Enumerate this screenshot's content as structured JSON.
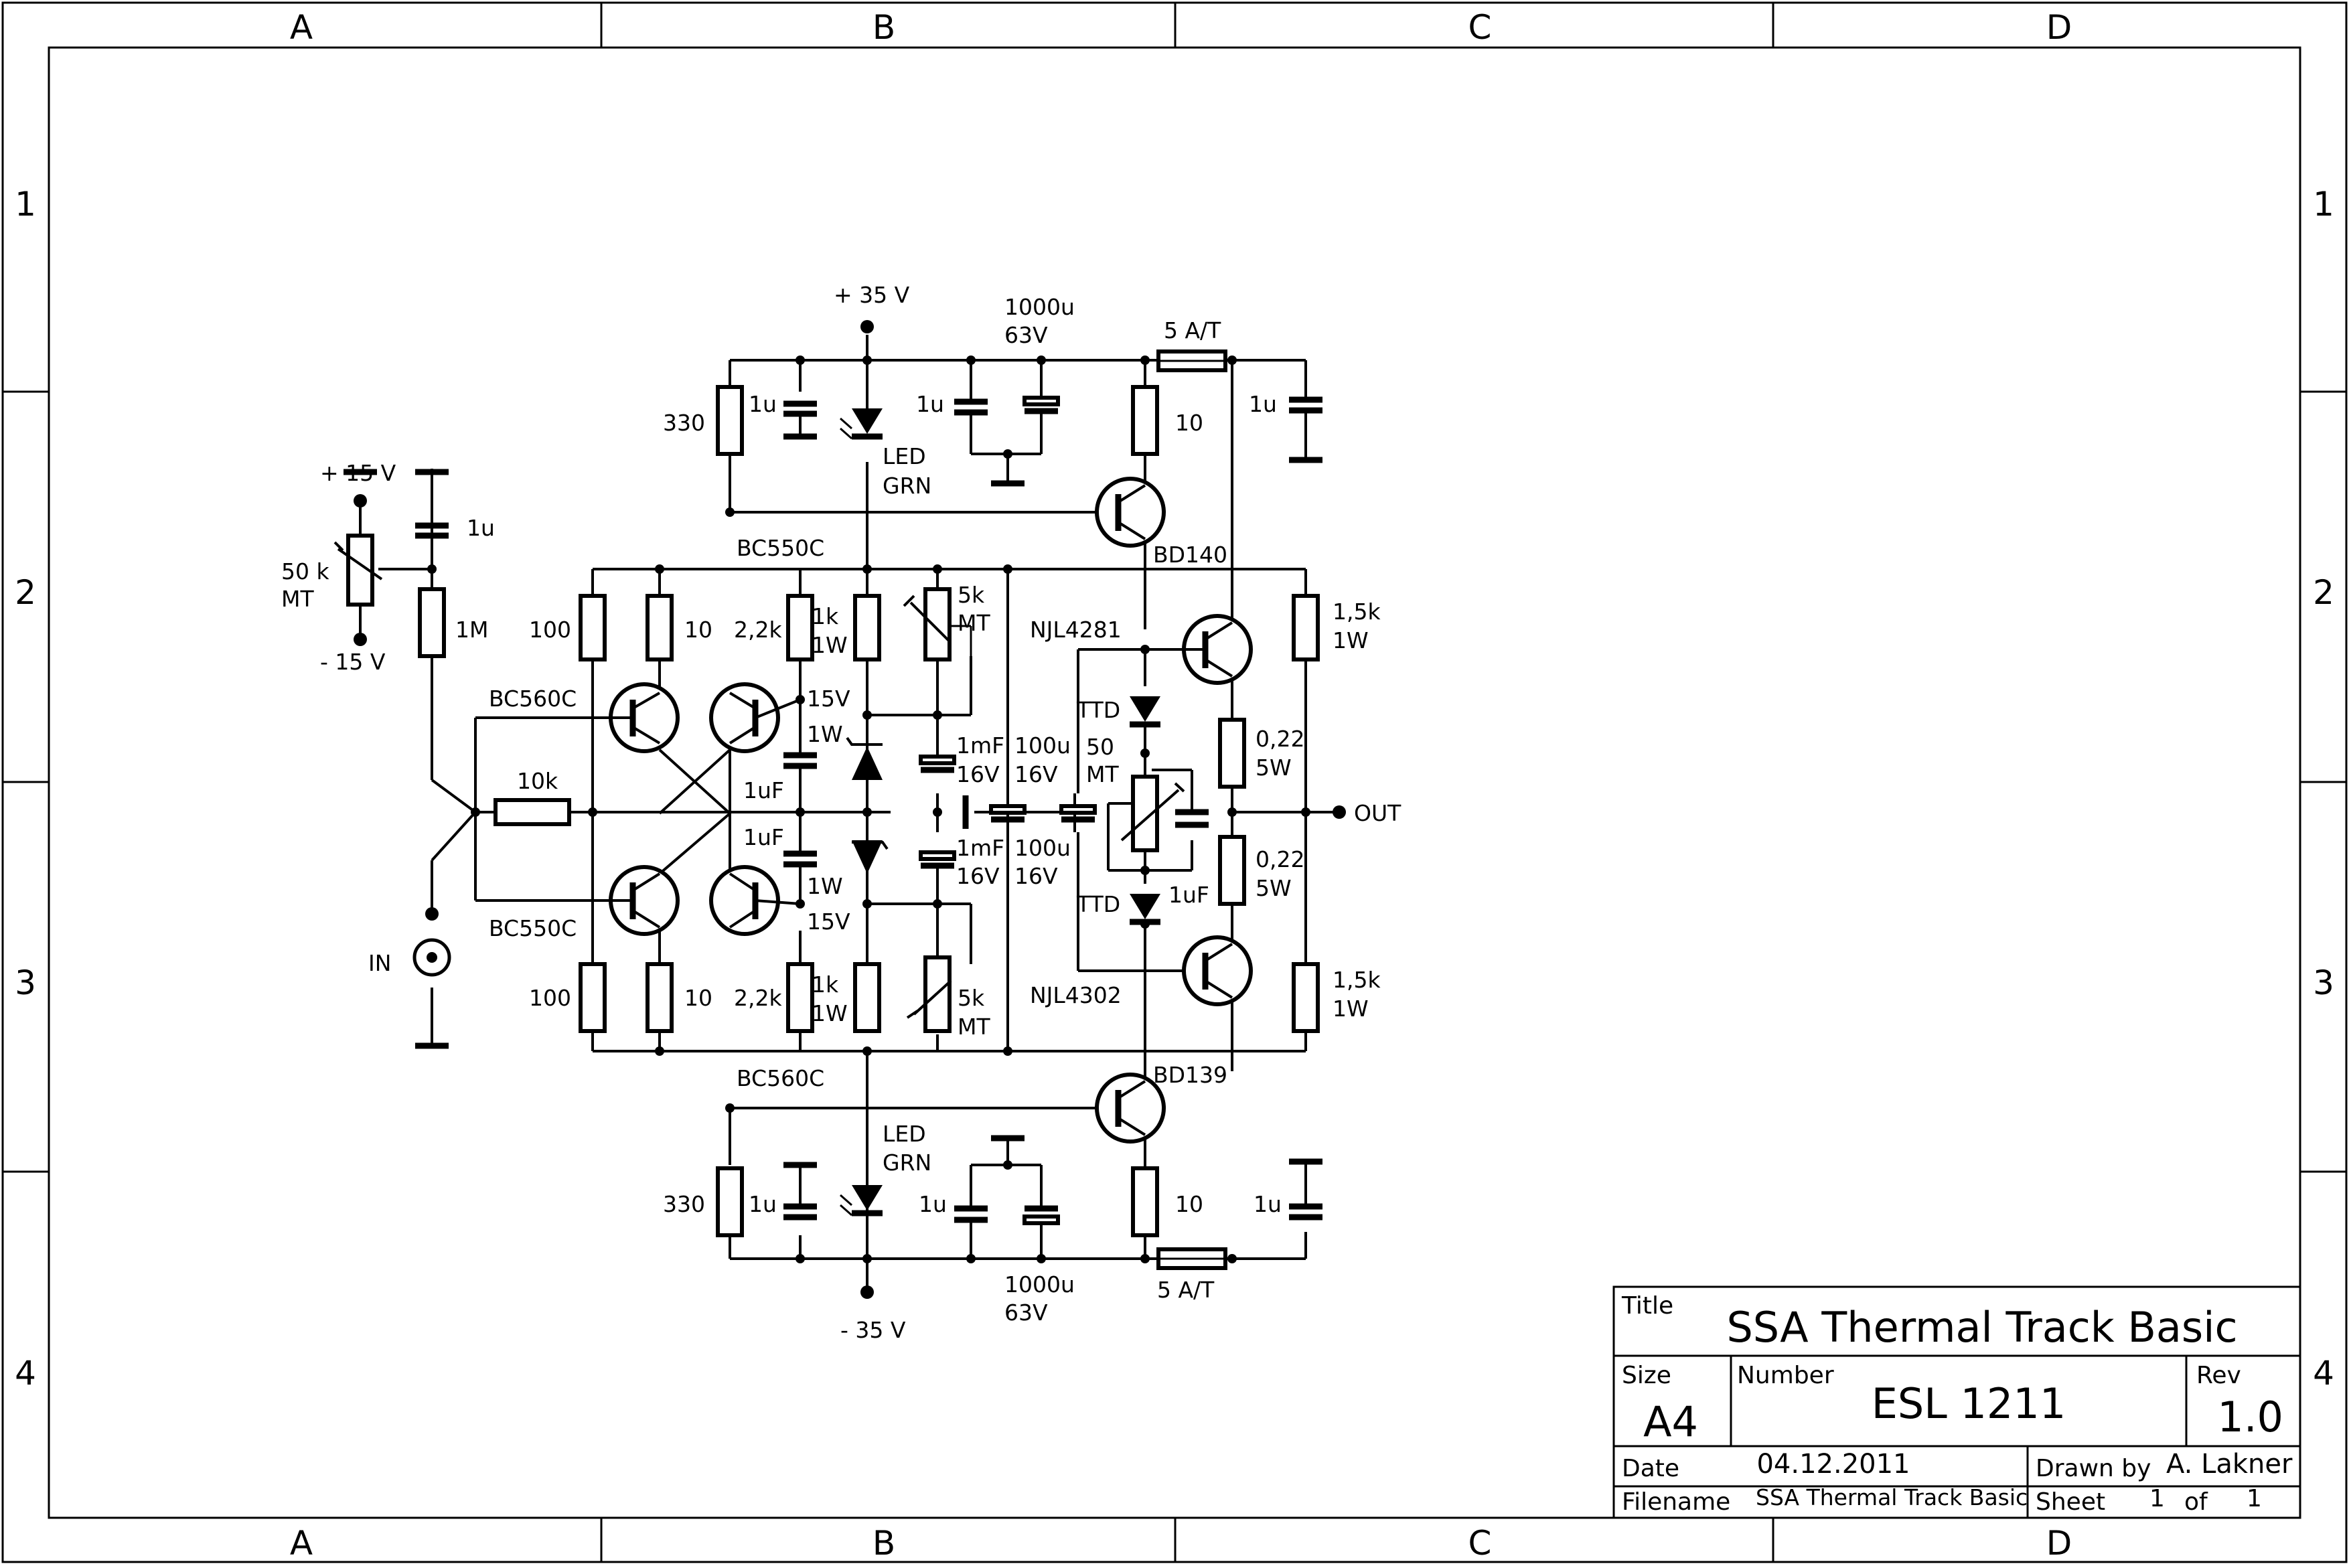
{
  "frame": {
    "columns": [
      "A",
      "B",
      "C",
      "D"
    ],
    "rows": [
      "1",
      "2",
      "3",
      "4"
    ]
  },
  "title_block": {
    "title_label": "Title",
    "title": "SSA Thermal Track Basic",
    "size_label": "Size",
    "size": "A4",
    "number_label": "Number",
    "number": "ESL 1211",
    "rev_label": "Rev",
    "rev": "1.0",
    "date_label": "Date",
    "date": "04.12.2011",
    "drawn_by_label": "Drawn by",
    "drawn_by": "A. Lakner",
    "filename_label": "Filename",
    "filename": "SSA Thermal Track Basic",
    "sheet_label": "Sheet",
    "sheet_num": "1",
    "of_label": "of",
    "sheet_total": "1"
  },
  "schematic": {
    "supply_pos": "+ 35 V",
    "supply_neg": "- 35 V",
    "bias_pos": "+ 15 V",
    "bias_neg": "- 15 V",
    "pot_value": "50 k",
    "pot_type": "MT",
    "cap_1u": "1u",
    "cap_1uF": "1uF",
    "res_1M": "1M",
    "res_10k": "10k",
    "res_100": "100",
    "res_10": "10",
    "res_2k2": "2,2k",
    "res_1k": "1k",
    "res_1W": "1W",
    "res_330": "330",
    "res_1k5": "1,5k",
    "res_022": "0,22",
    "res_5W": "5W",
    "pot_5k": "5k",
    "pot_50": "50",
    "zener_15V": "15V",
    "cap_1mF": "1mF",
    "cap_16V": "16V",
    "cap_100u": "100u",
    "cap_1000u": "1000u",
    "cap_63V": "63V",
    "fuse": "5 A/T",
    "led": "LED",
    "led_color": "GRN",
    "ttd": "TTD",
    "q_bc550c": "BC550C",
    "q_bc560c": "BC560C",
    "q_bd140": "BD140",
    "q_bd139": "BD139",
    "q_njl4281": "NJL4281",
    "q_njl4302": "NJL4302",
    "input": "IN",
    "output": "OUT"
  }
}
